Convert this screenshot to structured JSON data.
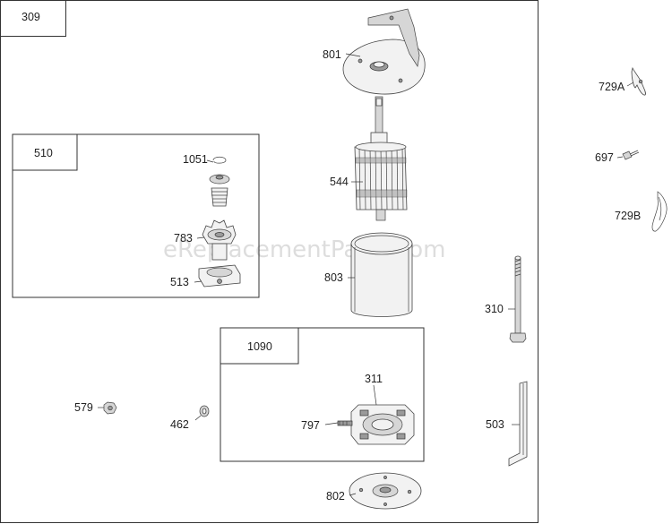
{
  "diagram": {
    "main_box_label": "309",
    "watermark": "eReplacementParts.com",
    "sub_box_510": "510",
    "sub_box_1090": "1090",
    "labels": {
      "p801": "801",
      "p544": "544",
      "p803": "803",
      "p1051": "1051",
      "p783": "783",
      "p513": "513",
      "p311": "311",
      "p797": "797",
      "p802": "802",
      "p579": "579",
      "p462": "462",
      "p729A": "729A",
      "p697": "697",
      "p729B": "729B",
      "p310": "310",
      "p503": "503"
    }
  }
}
